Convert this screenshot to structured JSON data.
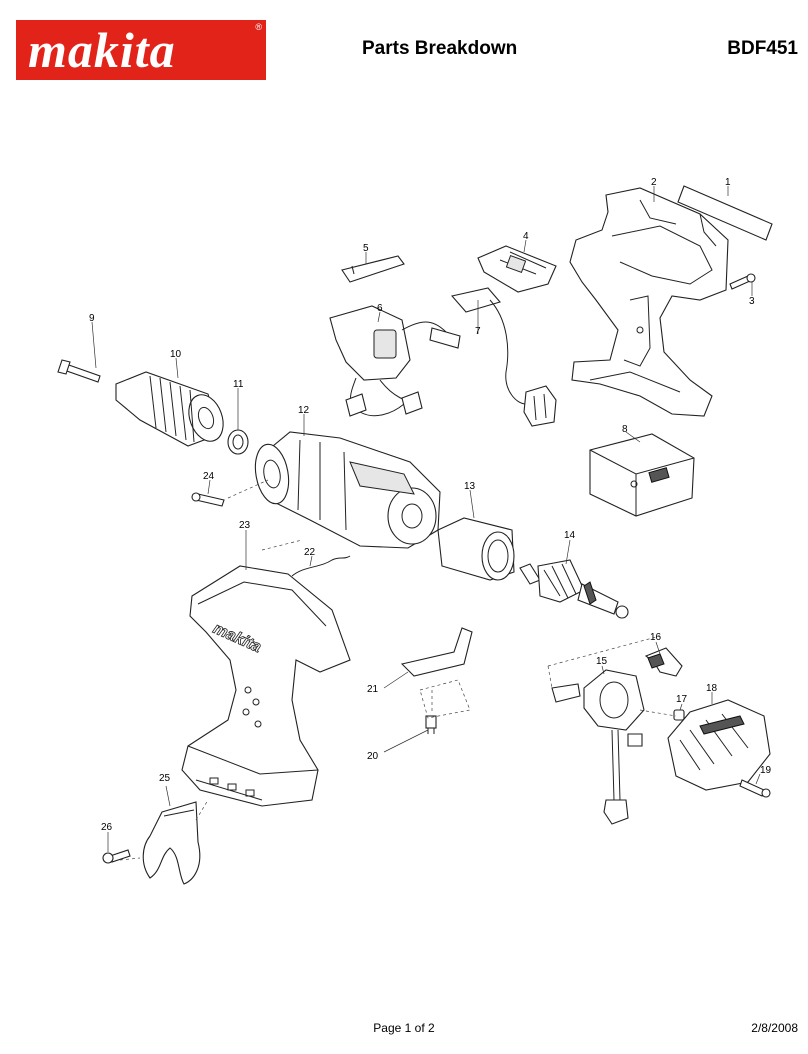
{
  "header": {
    "logo_text": "makita",
    "logo_registered": "®",
    "title": "Parts Breakdown",
    "model": "BDF451"
  },
  "diagram": {
    "part_numbers": [
      "1",
      "2",
      "3",
      "4",
      "5",
      "6",
      "7",
      "8",
      "9",
      "10",
      "11",
      "12",
      "13",
      "14",
      "15",
      "16",
      "17",
      "18",
      "19",
      "20",
      "21",
      "22",
      "23",
      "24",
      "25",
      "26"
    ],
    "housing_brand_text": "makita"
  },
  "footer": {
    "page": "Page 1 of 2",
    "date": "2/8/2008"
  },
  "colors": {
    "brand_red": "#e2231a",
    "line": "#222222",
    "background": "#ffffff"
  }
}
